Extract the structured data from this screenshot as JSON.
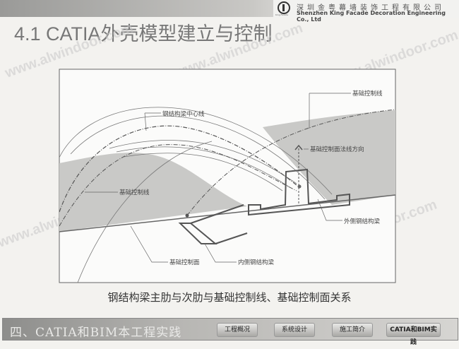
{
  "header": {
    "company_cn": "深圳金粤幕墙装饰工程有限公司",
    "company_en": "Shenzhen King Facade Decoration Engineering Co., Ltd",
    "logo_text": "King Facade",
    "title": "4.1 CATIA外壳模型建立与控制"
  },
  "diagram": {
    "labels": {
      "beam_centerline": "钢结构梁中心线",
      "control_line_right": "基础控制线",
      "normal_direction": "基础控制面法线方向",
      "control_line_left": "基础控制线",
      "outer_beam": "外侧钢结构梁",
      "control_surface": "基础控制面",
      "inner_beam": "内侧钢结构梁"
    },
    "caption": "钢结构梁主肋与次肋与基础控制线、基础控制面关系",
    "watermark": "www.alwindoor.com"
  },
  "footer": {
    "section": "四、CATIA和BIM本工程实践",
    "nav": [
      {
        "label": "工程概况"
      },
      {
        "label": "系统设计"
      },
      {
        "label": "施工简介"
      },
      {
        "label": "CATIA和BIM实践"
      }
    ]
  }
}
